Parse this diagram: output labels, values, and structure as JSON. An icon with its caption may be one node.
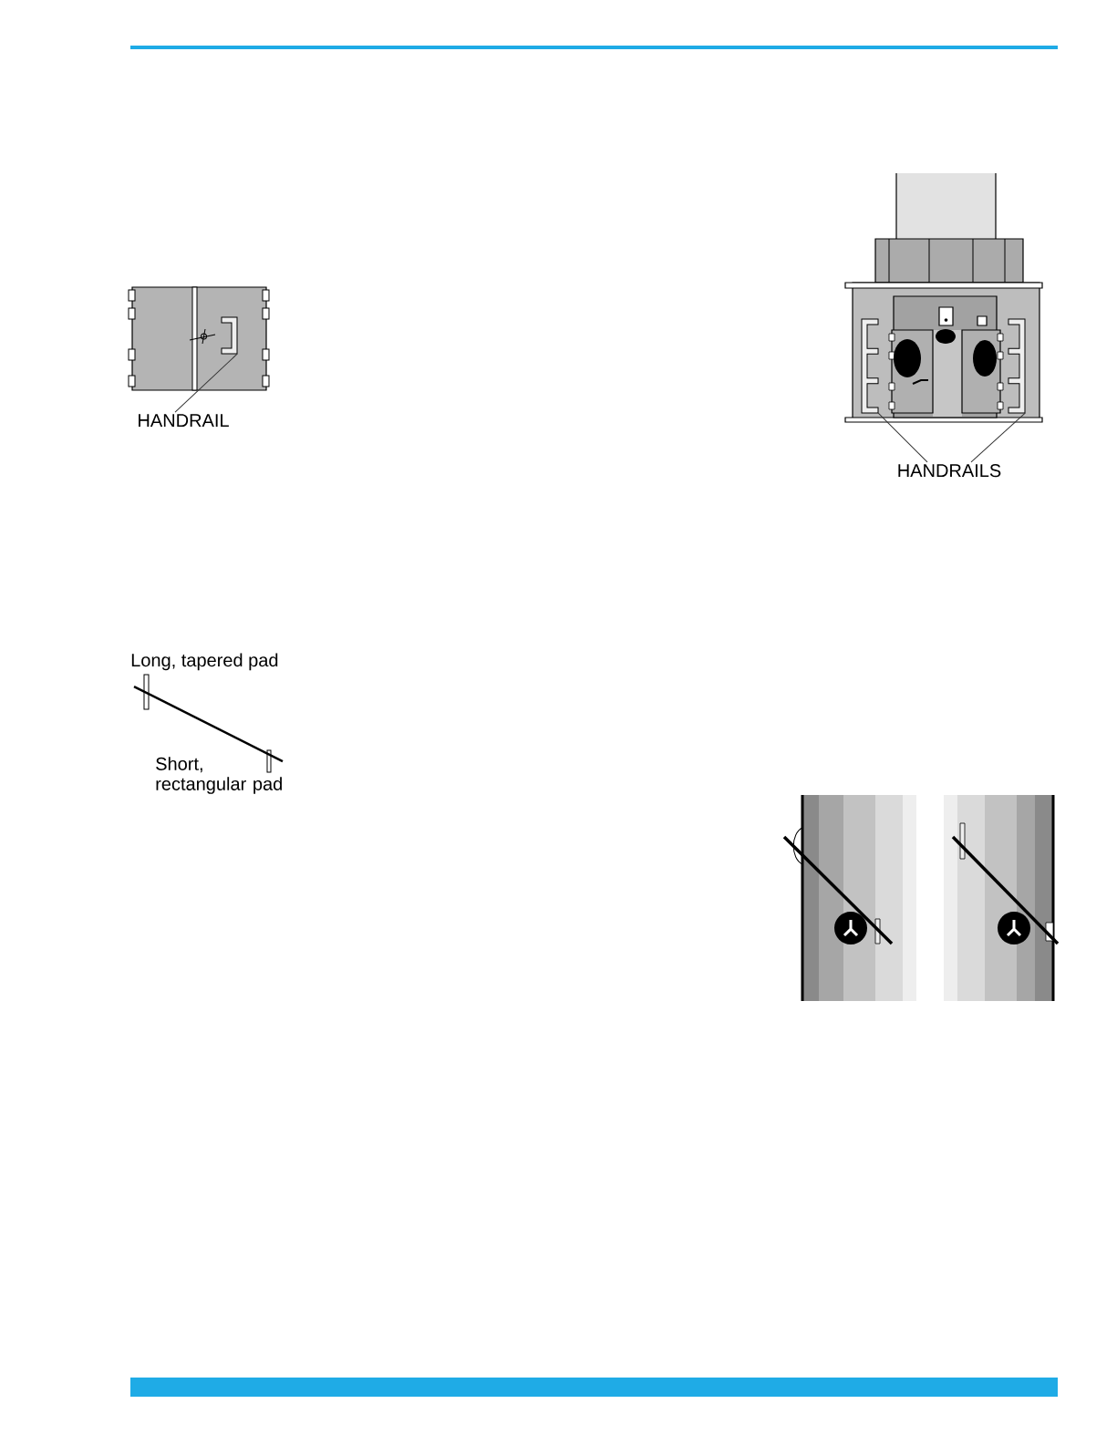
{
  "diagram": {
    "nodes": [
      {
        "text": [
          "HANDRAIL"
        ]
      },
      {
        "text": [],
        "shape": "picture"
      },
      {
        "text": [
          "HANDRAILS"
        ]
      },
      {
        "text": [],
        "shape": "picture"
      },
      {
        "text": [],
        "shape": "picture"
      }
    ],
    "edges": [
      {
        "from": 0,
        "to": 1,
        "arrow": "none"
      },
      {
        "from": 2,
        "to": 3,
        "arrow": "none"
      },
      {
        "from": 2,
        "to": 4,
        "arrow": "none"
      }
    ],
    "labels": [
      "Long, tapered pad",
      "Short, rectangular pad"
    ]
  }
}
